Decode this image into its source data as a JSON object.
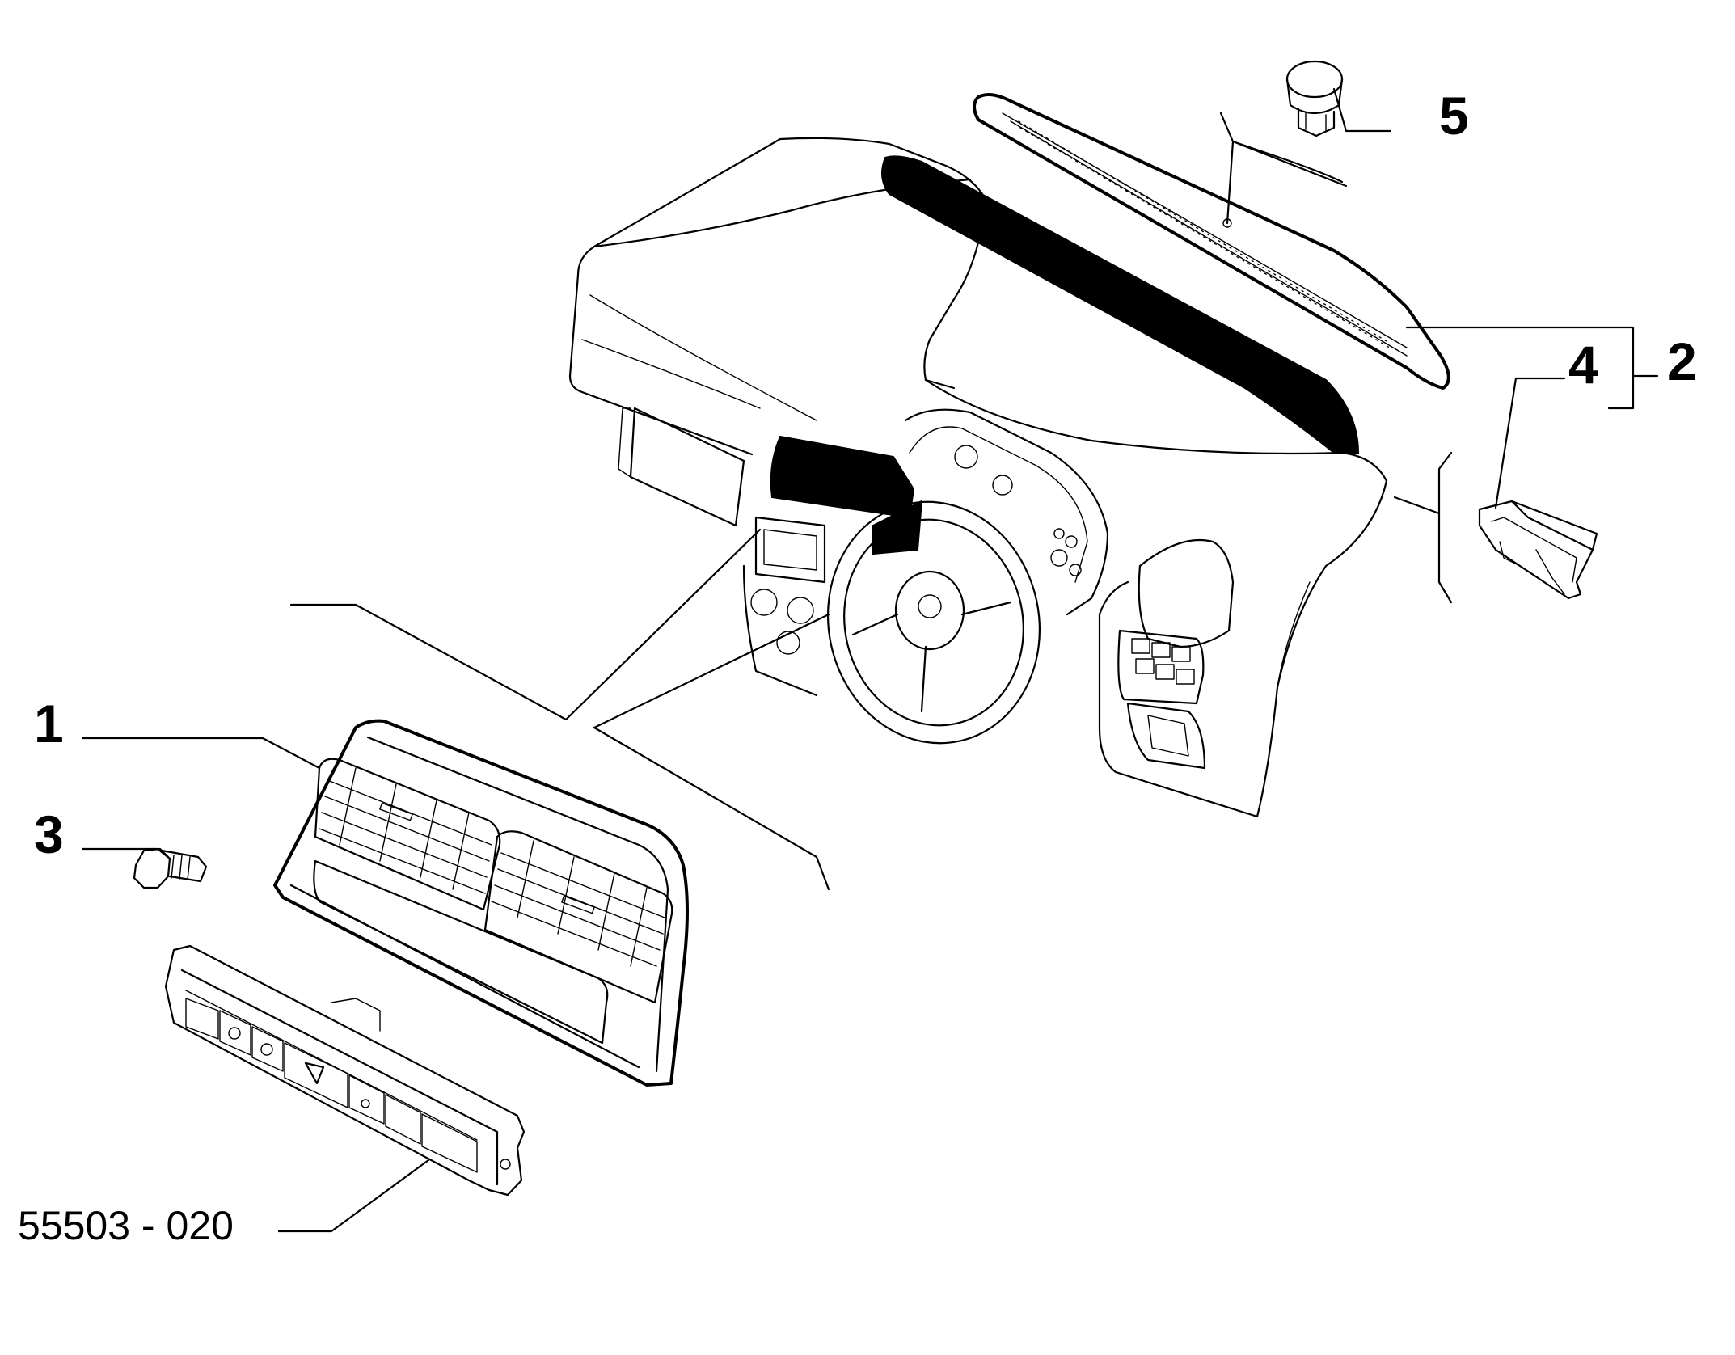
{
  "diagram": {
    "callouts": [
      {
        "id": "1",
        "label": "1"
      },
      {
        "id": "2",
        "label": "2"
      },
      {
        "id": "3",
        "label": "3"
      },
      {
        "id": "4",
        "label": "4"
      },
      {
        "id": "5",
        "label": "5"
      }
    ],
    "part_number": "55503 - 020"
  }
}
